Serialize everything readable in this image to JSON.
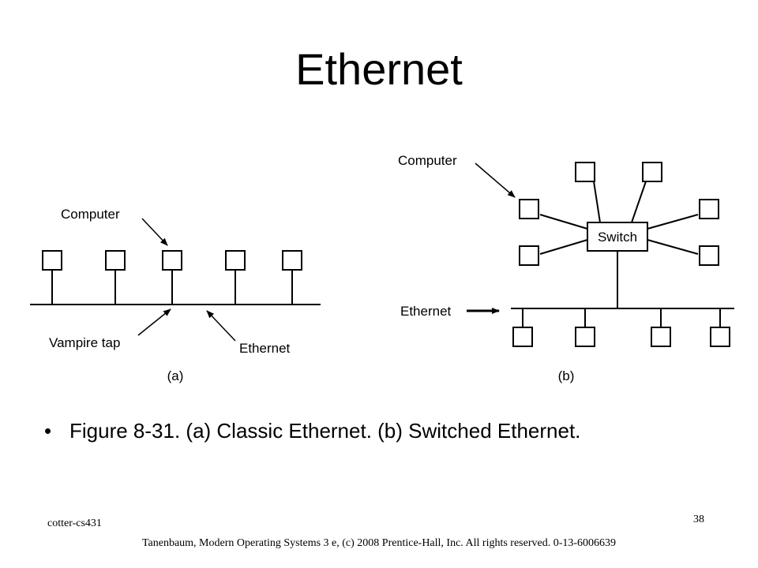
{
  "slide": {
    "title": "Ethernet",
    "bullet_marker": "•",
    "bullet_text": "Figure 8-31. (a) Classic Ethernet. (b) Switched Ethernet.",
    "footer_left": "cotter-cs431",
    "page_number": "38",
    "footer_copyright": "Tanenbaum, Modern Operating Systems 3 e, (c) 2008 Prentice-Hall, Inc. All rights reserved. 0-13-6006639"
  },
  "diagram_a": {
    "computer_label": "Computer",
    "vampire_tap_label": "Vampire tap",
    "ethernet_label": "Ethernet",
    "caption": "(a)",
    "computer_count": 5
  },
  "diagram_b": {
    "computer_label": "Computer",
    "switch_label": "Switch",
    "ethernet_label": "Ethernet",
    "caption": "(b)",
    "switch_computer_count": 6,
    "bus_computer_count": 4
  }
}
